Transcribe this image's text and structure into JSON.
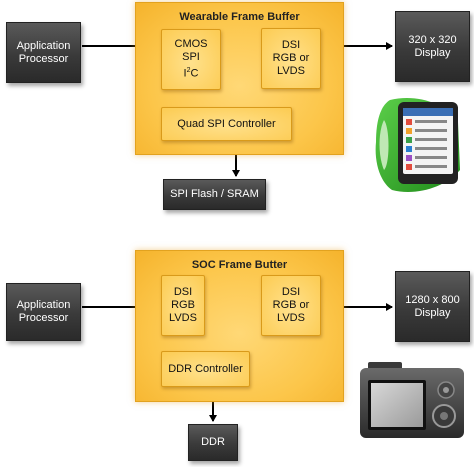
{
  "top": {
    "source": "Application\nProcessor",
    "frame_title": "Wearable Frame Buffer",
    "input_block_1": "CMOS",
    "input_block_2": "SPI",
    "input_block_3a": "I",
    "input_block_3b": "2",
    "input_block_3c": "C",
    "output_block": "DSI\nRGB or\nLVDS",
    "controller": "Quad SPI Controller",
    "memory": "SPI Flash / SRAM",
    "display": "320 x 320\nDisplay",
    "device_image": "smartwatch-image"
  },
  "bottom": {
    "source": "Application\nProcessor",
    "frame_title": "SOC Frame Butter",
    "input_block": "DSI\nRGB\nLVDS",
    "output_block": "DSI\nRGB or\nLVDS",
    "controller": "DDR Controller",
    "memory": "DDR",
    "display": "1280 x 800\nDisplay",
    "device_image": "camera-image"
  },
  "colors": {
    "frame_fill": "#fcc64a",
    "frame_border": "#e2a21f",
    "dark_box": "#3a3a3a",
    "arrow": "#000000",
    "watch_band": "#2fa52a"
  }
}
